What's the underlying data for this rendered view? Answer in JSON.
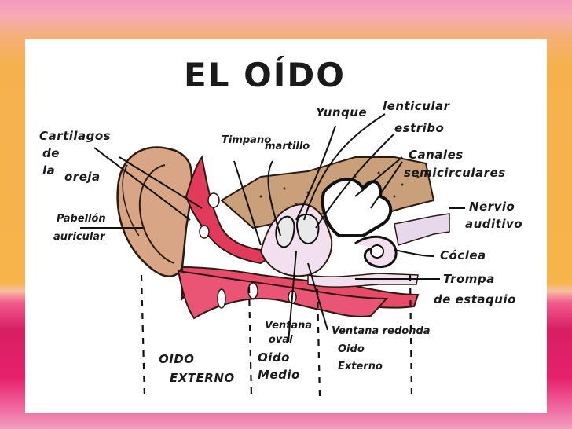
{
  "diagram": {
    "title": "EL OÍDO",
    "labels": {
      "cartilagos_1": "Cartilagos",
      "cartilagos_2": "de",
      "cartilagos_3": "la",
      "cartilagos_4": "oreja",
      "pabellon_1": "Pabellón",
      "pabellon_2": "auricular",
      "timpano": "Timpano",
      "martillo": "martillo",
      "yunque": "Yunque",
      "lenticular": "lenticular",
      "estribo": "estribo",
      "canales_1": "Canales",
      "canales_2": "semicirculares",
      "nervio_1": "Nervio",
      "nervio_2": "auditivo",
      "coclea": "Cóclea",
      "trompa_1": "Trompa",
      "trompa_2": "de estaquio",
      "ventana_oval_1": "Ventana",
      "ventana_oval_2": "oval",
      "ventana_redonda": "Ventana redonda",
      "oido_interno_1": "Oido",
      "oido_interno_2": "Externo",
      "oido_externo_1": "OIDO",
      "oido_externo_2": "EXTERNO",
      "oido_medio_1": "Oido",
      "oido_medio_2": "Medio"
    }
  }
}
